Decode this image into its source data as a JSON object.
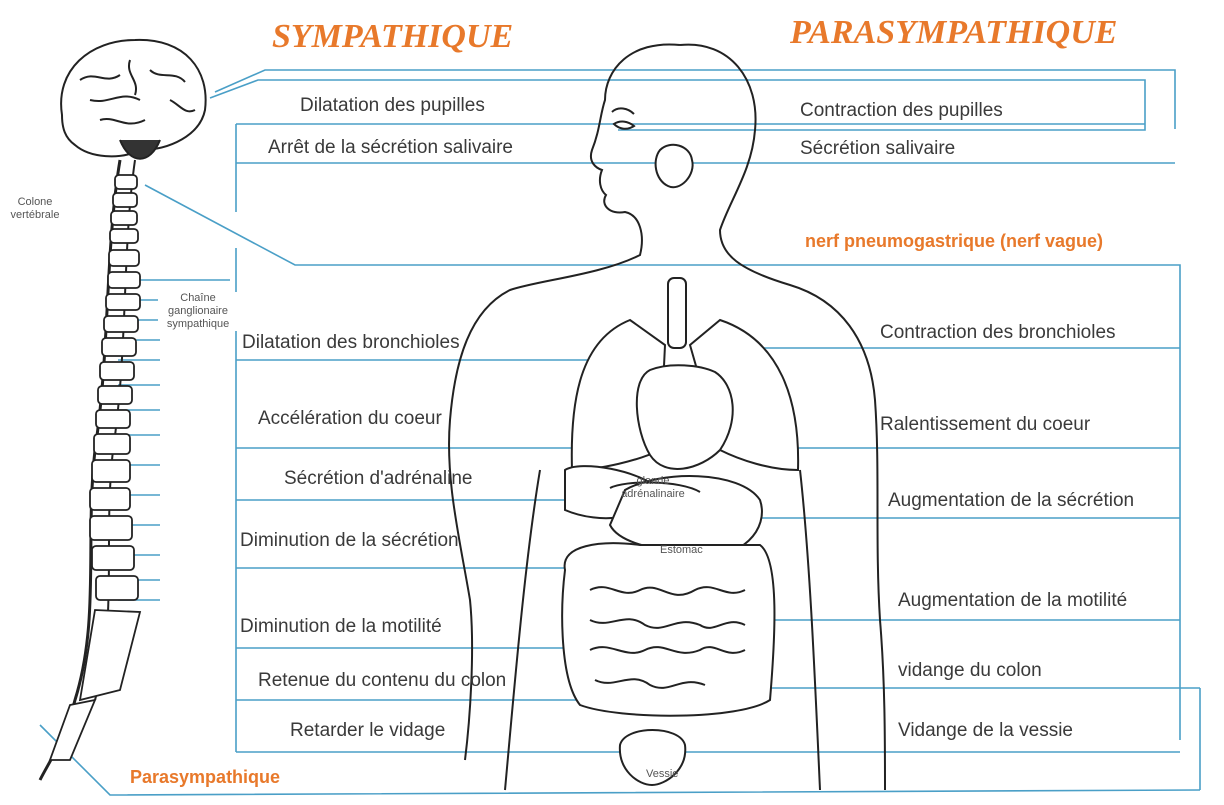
{
  "colors": {
    "accent": "#e8792b",
    "line": "#4a9fc7",
    "ink": "#333333"
  },
  "titles": {
    "sympathique": "SYMPATHIQUE",
    "parasympathique": "PARASYMPATHIQUE"
  },
  "headings": {
    "nerf_vague": "nerf pneumogastrique  (nerf vague)",
    "parasympathique_bottom": "Parasympathique"
  },
  "small_labels": {
    "colone_1": "Colone",
    "colone_2": "vertébrale",
    "chaine_1": "Chaîne",
    "chaine_2": "ganglionaire",
    "chaine_3": "sympathique",
    "glande_1": "glande",
    "glande_2": "adrénalinaire",
    "estomac": "Estomac",
    "vessie": "Vessie"
  },
  "sympathique_effects": [
    "Dilatation des pupilles",
    "Arrêt de la sécrétion salivaire",
    "Dilatation des bronchioles",
    "Accélération du coeur",
    "Sécrétion d'adrénaline",
    "Diminution de la sécrétion",
    "Diminution de la motilité",
    "Retenue du contenu du colon",
    "Retarder le vidage"
  ],
  "parasympathique_effects": [
    "Contraction des pupilles",
    "Sécrétion salivaire",
    "Contraction des bronchioles",
    "Ralentissement du coeur",
    "Augmentation de la sécrétion",
    "Augmentation de la motilité",
    "vidange du colon",
    "Vidange de la vessie"
  ]
}
